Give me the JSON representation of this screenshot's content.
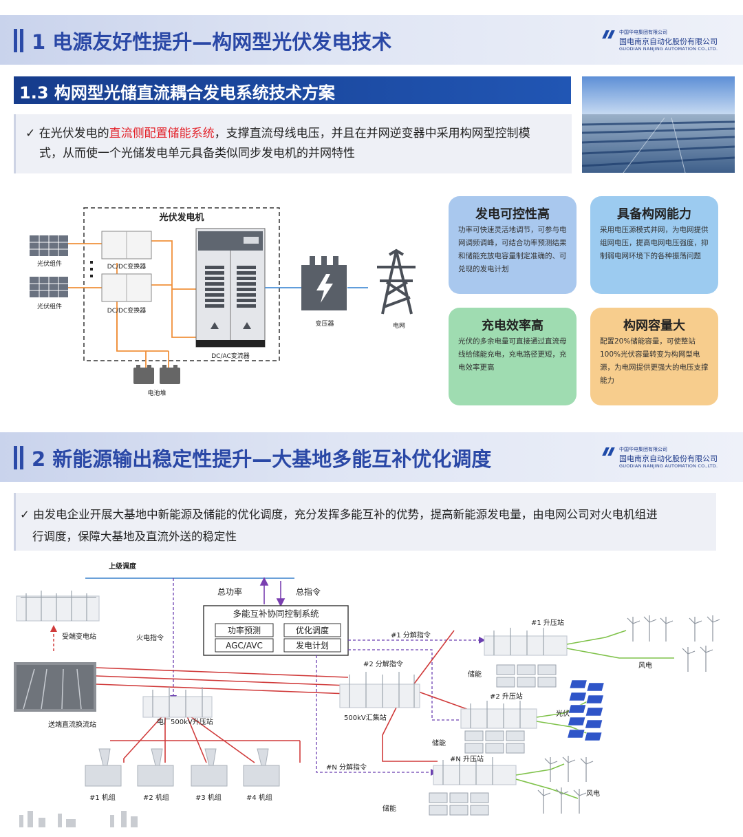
{
  "header1": {
    "title": "1 电源友好性提升—构网型光伏发电技术",
    "logo_group": "中国华电集团有限公司",
    "logo_company": "国电南京自动化股份有限公司",
    "logo_en": "GUODIAN NANJING AUTOMATION CO.,LTD."
  },
  "section13": {
    "title": "1.3 构网型光储直流耦合发电系统技术方案",
    "bullet_pre": "在光伏发电的",
    "bullet_highlight": "直流侧配置储能系统",
    "bullet_post": "，支撑直流母线电压，并且在并网逆变器中采用构网型控制模",
    "bullet_line2": "式，从而使一个光储发电单元具备类似同步发电机的并网特性"
  },
  "pv_diagram": {
    "box_title": "光伏发电机",
    "pv_module_1": "光伏组件",
    "pv_module_2": "光伏组件",
    "dcdc_1": "DC/DC变换器",
    "dcdc_2": "DC/DC变换器",
    "dcac": "DC/AC变流器",
    "battery": "电池堆",
    "transformer": "变压器",
    "grid": "电网"
  },
  "cards": [
    {
      "title": "发电可控性高",
      "body": "功率可快速灵活地调节，可参与电网调频调峰，可结合功率预测结果和储能充放电容量制定准确的、可兑现的发电计划",
      "color": "#a9c8ee"
    },
    {
      "title": "具备构网能力",
      "body": "采用电压源模式并网，为电网提供组网电压，提高电网电压强度，抑制弱电网环境下的各种振荡问题",
      "color": "#9ccbf0"
    },
    {
      "title": "充电效率高",
      "body": "光伏的多余电量可直接通过直流母线给储能充电，充电路径更短，充电效率更高",
      "color": "#9fdcb1"
    },
    {
      "title": "构网容量大",
      "body": "配置20%储能容量，可使整站100%光伏容量转变为构网型电源，为电网提供更强大的电压支撑能力",
      "color": "#f7cd8d"
    }
  ],
  "header2": {
    "title": "2 新能源输出稳定性提升—大基地多能互补优化调度",
    "logo_group": "中国华电集团有限公司",
    "logo_company": "国电南京自动化股份有限公司",
    "logo_en": "GUODIAN NANJING AUTOMATION CO.,LTD."
  },
  "section2": {
    "bullet_line1": "由发电企业开展大基地中新能源及储能的优化调度，充分发挥多能互补的优势，提高新能源发电量，由电网公司对火电机组进",
    "bullet_line2": "行调度，保障大基地及直流外送的稳定性"
  },
  "dispatch": {
    "upper": "上级调度",
    "total_power": "总功率",
    "total_cmd": "总指令",
    "ctrl_title": "多能互补协同控制系统",
    "btn_forecast": "功率预测",
    "btn_optimize": "优化调度",
    "btn_agc": "AGC/AVC",
    "btn_plan": "发电计划",
    "receiving": "受端变电站",
    "thermal_cmd": "火电指令",
    "sending": "送端直流换流站",
    "plant_500": "电厂500kV升压站",
    "collector_500": "500kV汇集站",
    "cmd1": "#1 分解指令",
    "cmd2": "#2 分解指令",
    "cmdN": "#N 分解指令",
    "step1": "#1 升压站",
    "step2": "#2 升压站",
    "stepN": "#N 升压站",
    "storage1": "储能",
    "storage2": "储能",
    "storage3": "储能",
    "wind1": "风电",
    "pv": "光伏",
    "wind2": "风电",
    "unit1": "#1 机组",
    "unit2": "#2 机组",
    "unit3": "#3 机组",
    "unit4": "#4 机组"
  }
}
